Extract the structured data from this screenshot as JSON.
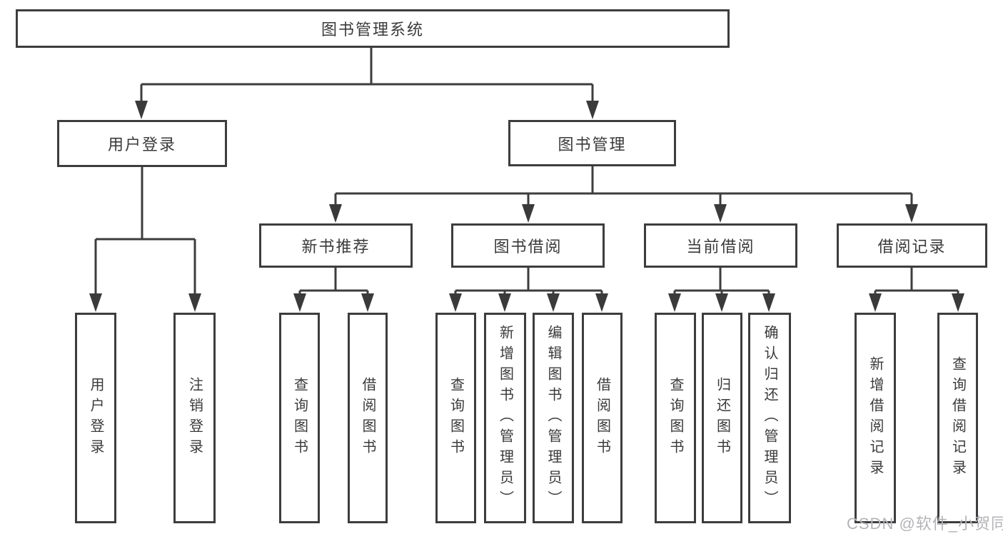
{
  "diagram": {
    "title": "图书管理系统",
    "level2": [
      {
        "label": "用户登录"
      },
      {
        "label": "图书管理"
      }
    ],
    "level3": [
      {
        "label": "新书推荐",
        "parent": "图书管理"
      },
      {
        "label": "图书借阅",
        "parent": "图书管理"
      },
      {
        "label": "当前借阅",
        "parent": "图书管理"
      },
      {
        "label": "借阅记录",
        "parent": "图书管理"
      }
    ],
    "leaves": [
      {
        "label": "用户登录",
        "parent": "用户登录"
      },
      {
        "label": "注销登录",
        "parent": "用户登录"
      },
      {
        "label": "查询图书",
        "parent": "新书推荐"
      },
      {
        "label": "借阅图书",
        "parent": "新书推荐"
      },
      {
        "label": "查询图书",
        "parent": "图书借阅"
      },
      {
        "label": "新增图书（管理员）",
        "parent": "图书借阅"
      },
      {
        "label": "编辑图书（管理员）",
        "parent": "图书借阅"
      },
      {
        "label": "借阅图书",
        "parent": "图书借阅"
      },
      {
        "label": "查询图书",
        "parent": "当前借阅"
      },
      {
        "label": "归还图书",
        "parent": "当前借阅"
      },
      {
        "label": "确认归还（管理员）",
        "parent": "当前借阅"
      },
      {
        "label": "新增借阅记录",
        "parent": "借阅记录"
      },
      {
        "label": "查询借阅记录",
        "parent": "借阅记录"
      }
    ]
  },
  "watermark": {
    "text": "CSDN @软件_小贺同学"
  },
  "colors": {
    "line": "#3d3d3d",
    "text": "#3a3a3a",
    "box_background": "#ffffff",
    "watermark": "#b4b4b8",
    "page_background": "#ffffff"
  }
}
